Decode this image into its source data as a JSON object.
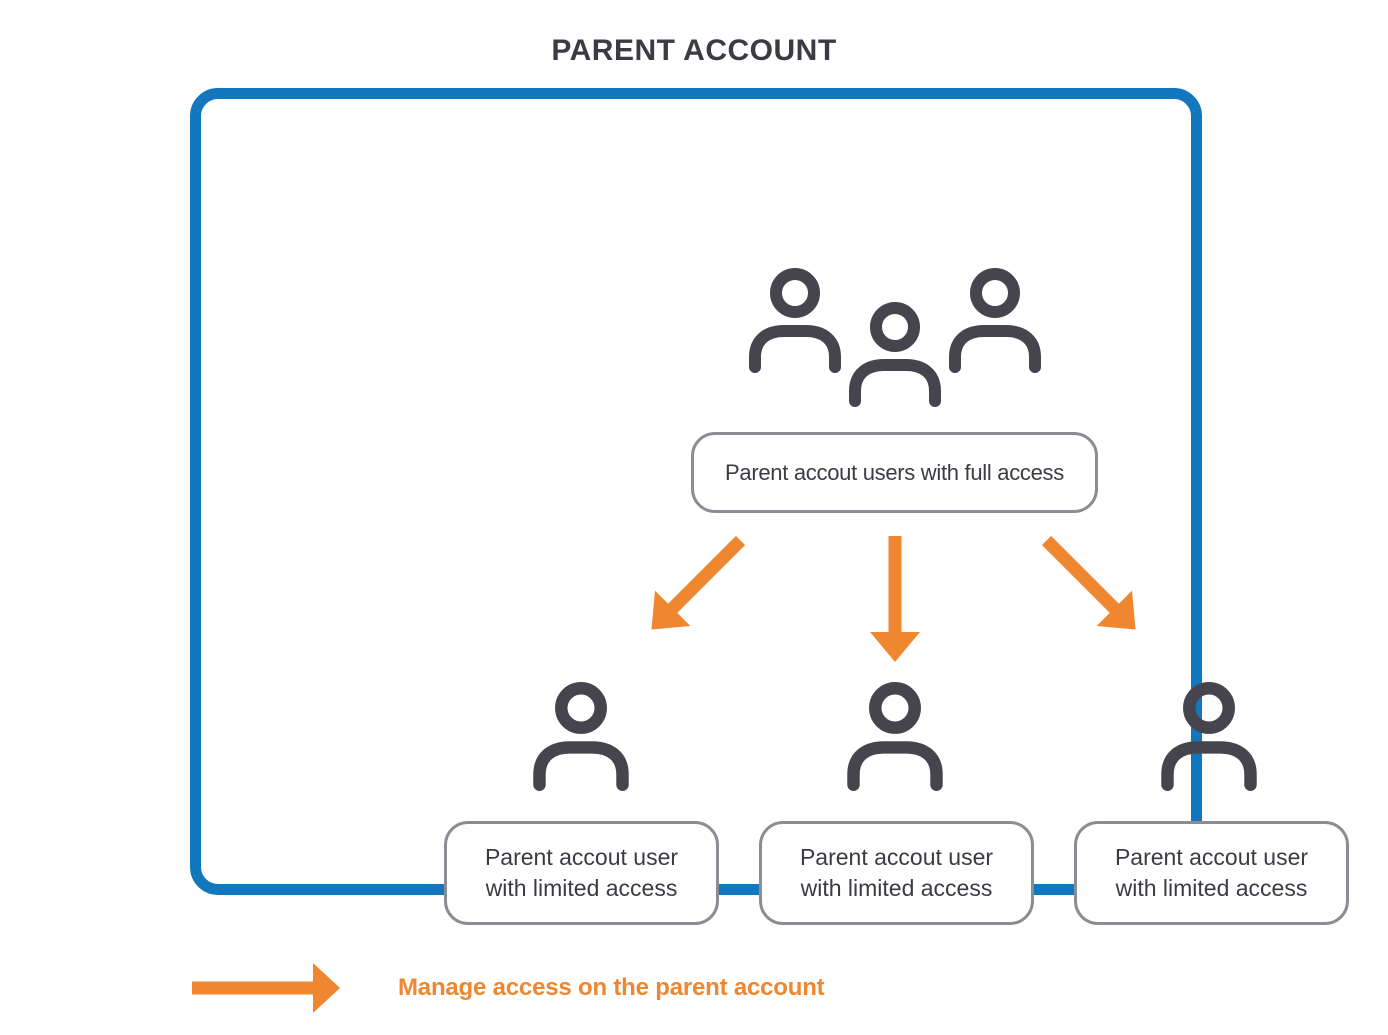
{
  "title": "PARENT ACCOUNT",
  "colors": {
    "frame-blue": "#1377BE",
    "arrow-orange": "#EE8730",
    "icon-gray": "#46454E",
    "text-dark": "#3C3B43",
    "node-border": "#8C8C94"
  },
  "top_node": {
    "icon": "users-group-icon",
    "label": "Parent accout users with full access"
  },
  "child_nodes": [
    {
      "icon": "user-icon",
      "label": "Parent accout user\nwith limited access"
    },
    {
      "icon": "user-icon",
      "label": "Parent accout user\nwith limited access"
    },
    {
      "icon": "user-icon",
      "label": "Parent accout user\nwith limited access"
    }
  ],
  "arrows": {
    "left": "arrow-down-left",
    "middle": "arrow-down",
    "right": "arrow-down-right"
  },
  "legend": {
    "symbol": "right-arrow-icon",
    "label": "Manage access on the parent account"
  }
}
